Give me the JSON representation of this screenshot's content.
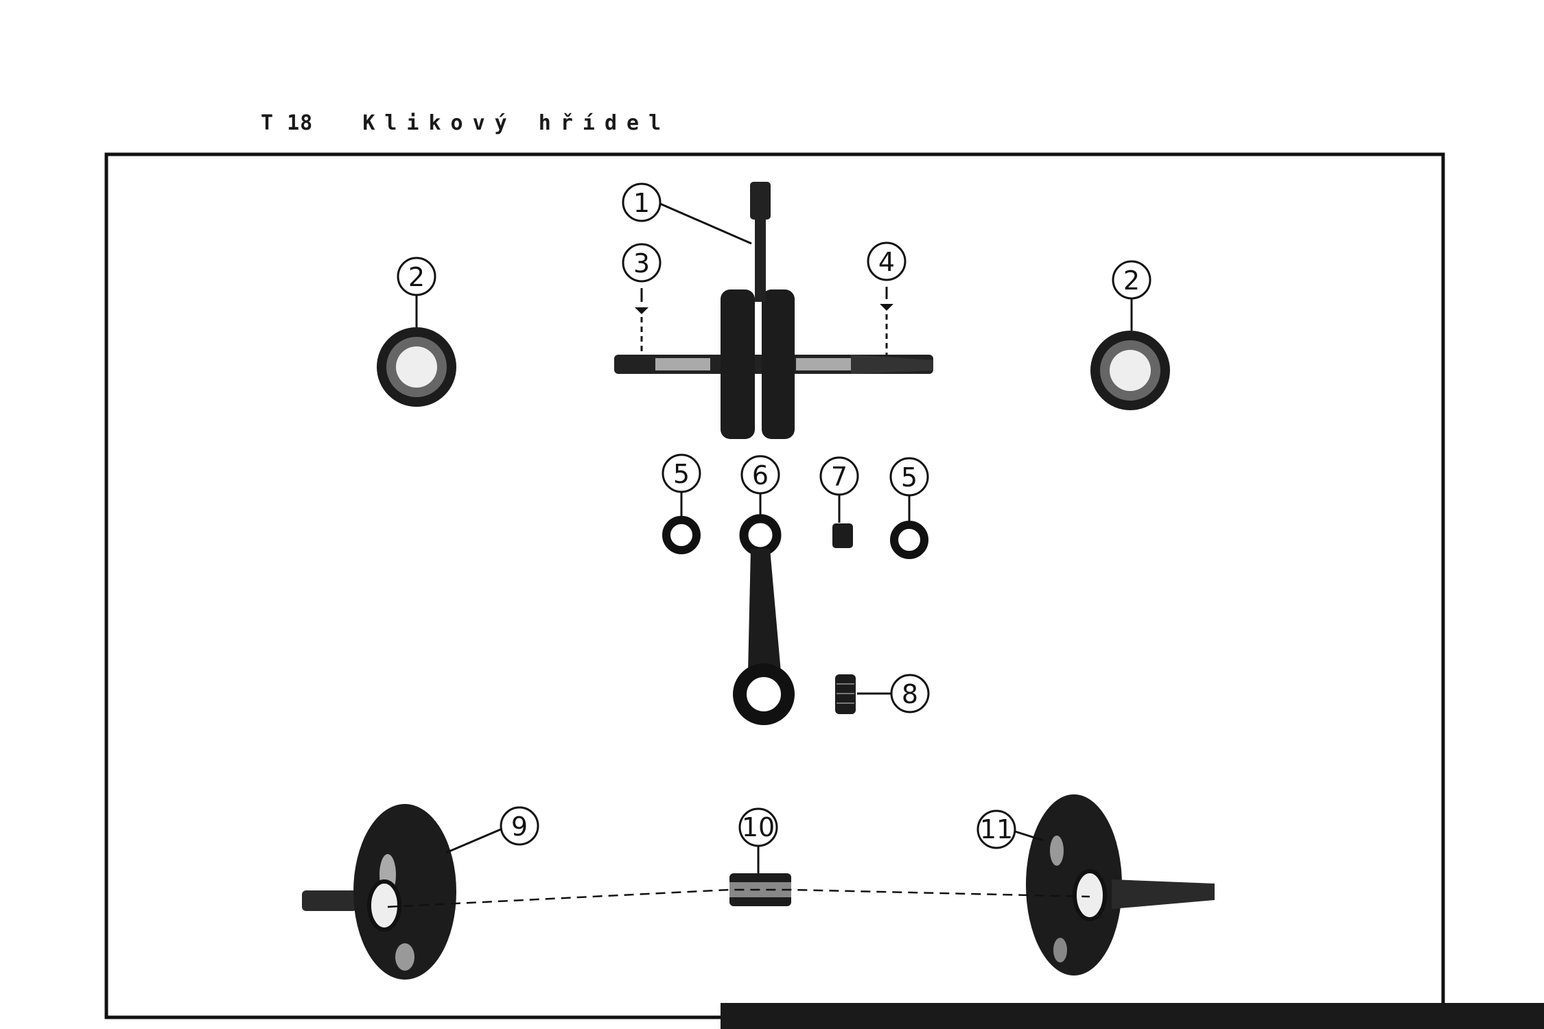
{
  "header": {
    "code": "T 18",
    "title": "Klikový hřídel"
  },
  "callouts": {
    "c1": "1",
    "c2a": "2",
    "c2b": "2",
    "c3": "3",
    "c4": "4",
    "c5a": "5",
    "c5b": "5",
    "c6": "6",
    "c7": "7",
    "c8": "8",
    "c9": "9",
    "c10": "10",
    "c11": "11"
  },
  "colors": {
    "ink": "#111111",
    "paper": "#ffffff"
  }
}
